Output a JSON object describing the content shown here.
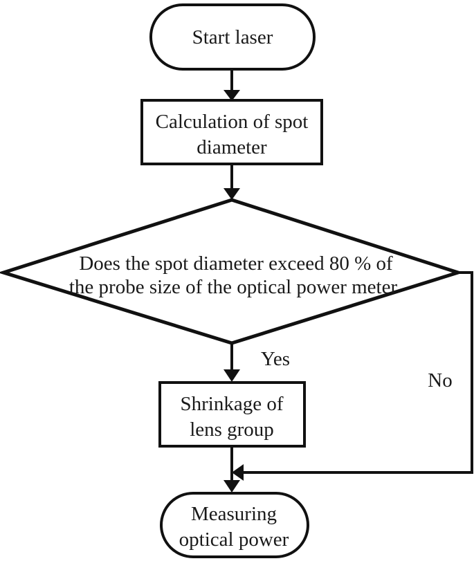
{
  "diagram": {
    "type": "flowchart",
    "orientation": "top-to-bottom",
    "background_color": "#ffffff",
    "line_color": "#111111",
    "text_color": "#1a1a1a",
    "nodes": {
      "start": {
        "shape": "terminator",
        "text": "Start laser"
      },
      "calculation": {
        "shape": "process",
        "line1": "Calculation of spot",
        "line2": "diameter"
      },
      "decision": {
        "shape": "decision",
        "line1": "Does the spot diameter exceed 80 % of",
        "line2": "the probe size of the optical power meter"
      },
      "shrinkage": {
        "shape": "process",
        "line1": "Shrinkage of",
        "line2": "lens group"
      },
      "measuring": {
        "shape": "terminator",
        "line1": "Measuring",
        "line2": "optical power"
      }
    },
    "branch_labels": {
      "yes": "Yes",
      "no": "No"
    }
  }
}
